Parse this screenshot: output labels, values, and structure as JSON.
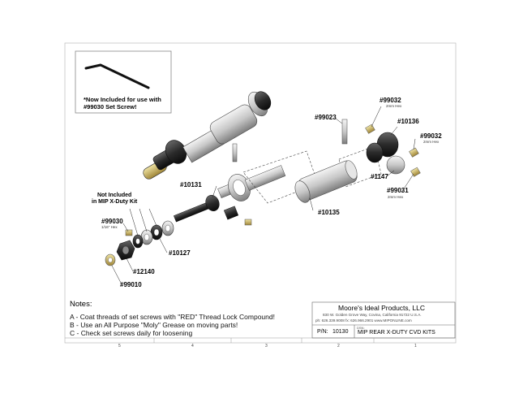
{
  "inset": {
    "line1": "*Now Included for use with",
    "line2": "#99030 Set Screw!"
  },
  "not_included": {
    "line1": "Not Included",
    "line2": "in MIP X-Duty Kit"
  },
  "callouts": {
    "p99023": "#99023",
    "p99032a": "#99032",
    "p99032a_size": "2mm Hex",
    "p10136": "#10136",
    "p99032b": "#99032",
    "p99032b_size": "2mm Hex",
    "p1147": "#1147",
    "p99031": "#99031",
    "p99031_size": "2mm Hex",
    "p10131": "#10131",
    "p10135": "#10135",
    "p99030": "#99030",
    "p99030_size": "1/16\" Hex",
    "p10127": "#10127",
    "p12140": "#12140",
    "p99010": "#99010"
  },
  "notes": {
    "title": "Notes:",
    "a": "A - Coat threads of set screws with \"RED\" Thread Lock Compound!",
    "b": "B - Use an All Purpose \"Moly\" Grease on moving parts!",
    "c": "C - Check set screws daily for loosening"
  },
  "title_block": {
    "company": "Moore's Ideal Products, LLC",
    "address": "830 W. Golden Grove Way, Covina, California 91722 U.S.A.",
    "contact": "ph: 626.339.9008  fx: 626.966.2901  www.MIPONLINE.com",
    "pn_label": "P/N:",
    "pn_value": "10130",
    "dwg_label": "DSN:",
    "title": "MIP REAR X-DUTY CVD KITS"
  },
  "zones": [
    "5",
    "4",
    "3",
    "2",
    "1"
  ],
  "colors": {
    "metal": "#cfcfcf",
    "dark": "#2a2a2a",
    "brass": "#c9b25a",
    "line": "#222222"
  }
}
